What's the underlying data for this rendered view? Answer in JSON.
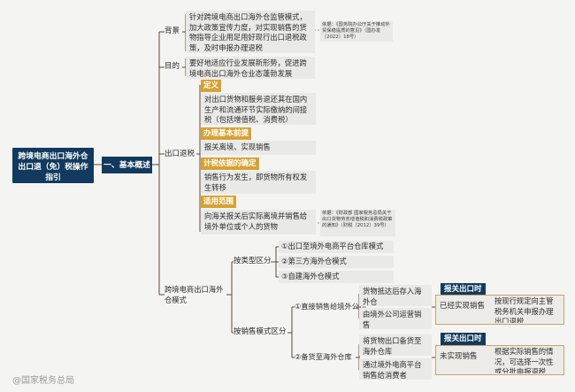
{
  "root": "跨境电商出口海外仓出口退（免）税操作指引",
  "main": "一、基本概述",
  "background": {
    "label": "背景",
    "text": "针对跨境电商出口海外仓监管模式，加大政策宣传力度，对实现销售的货物指导企业用足用好现行出口退税政策，及时申报办理退税",
    "note": "依据：《国务院办公厅关于推动外贸保稳提质的意见》（国办发〔2022〕18号）"
  },
  "purpose": {
    "label": "目的",
    "text": "要好地适应行业发展新形势，促进跨境电商出口海外仓业态蓬勃发展"
  },
  "refund": {
    "label": "出口退税",
    "def_tag": "定义",
    "def_text": "对出口货物和服务退还其在国内生产和流通环节实际缴纳的间接税（包括增值税、消费税）",
    "pre_tag": "办理基本前提",
    "pre_text": "报关离境、实现销售",
    "basis_tag": "计税依据的确定",
    "basis_text": "销售行为发生，即货物所有权发生转移",
    "scope_tag": "适用范围",
    "scope_text": "向海关报关后实际离境并销售给境外单位或个人的货物",
    "scope_note": "依据：《财政部 国家税务总局关于出口货物劳务增值税和消费税政策的通知》（财税〔2012〕39号）"
  },
  "model": {
    "label": "跨境电商出口海外仓模式",
    "by_type": "按类型区分",
    "type_items": [
      "①出口至境外电商平台仓库模式",
      "②第三方海外仓模式",
      "③自建海外仓模式"
    ],
    "by_sales": "按销售模式区分",
    "direct": "①直接销售给境外公司",
    "direct_items": [
      "货物抵达后存入海外仓",
      "由境外公司运营销售"
    ],
    "stock": "②备货至海外仓库",
    "stock_items": [
      "将货物出口备货至海外仓库",
      "通过境外电商平台销售给消费者"
    ],
    "export_tag": "报关出口时",
    "sold_label": "已经实现销售",
    "sold_text": "按现行规定向主管税务机关申报办理出口退税",
    "unsold_label": "未实现销售",
    "unsold_text": "根据实际销售的情况，可选择一次性或分批申报退税"
  },
  "watermark": "@国家税务总局"
}
